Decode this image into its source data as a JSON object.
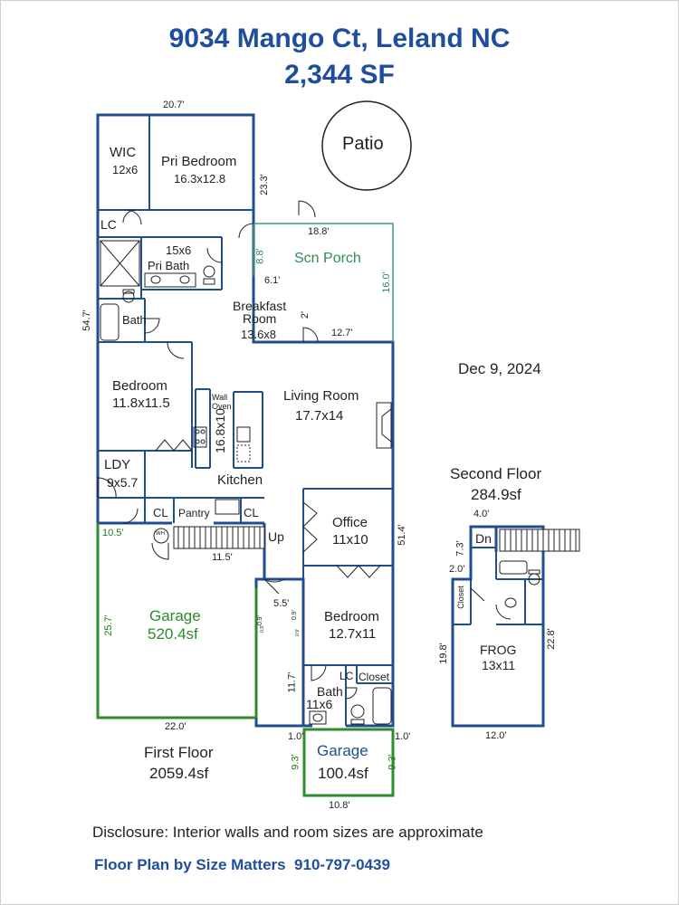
{
  "header": {
    "address": "9034 Mango Ct, Leland NC",
    "total_sf": "2,344 SF"
  },
  "date": "Dec 9, 2024",
  "first_floor": {
    "label": "First Floor",
    "area": "2059.4sf",
    "rooms": {
      "wic": {
        "name": "WIC",
        "size": "12x6"
      },
      "pri_bedroom": {
        "name": "Pri Bedroom",
        "size": "16.3x12.8"
      },
      "lc_top": "LC",
      "pri_bath": {
        "name": "Pri Bath",
        "size": "15x6"
      },
      "bath_left": "Bath",
      "breakfast": {
        "name": "Breakfast Room",
        "name_line1": "Breakfast",
        "name_line2": "Room",
        "size": "13.6x8"
      },
      "scn_porch": "Scn Porch",
      "patio": "Patio",
      "bedroom_left": {
        "name": "Bedroom",
        "size": "11.8x11.5"
      },
      "wall_oven": "Wall Oven",
      "wall_oven_line1": "Wall",
      "wall_oven_line2": "Oven",
      "living": {
        "name": "Living Room",
        "size": "17.7x14"
      },
      "ldy": {
        "name": "LDY",
        "size": "9x5.7"
      },
      "kitchen": {
        "name": "Kitchen",
        "size": "16.8x10"
      },
      "cl_left": "CL",
      "pantry": "Pantry",
      "cl_right": "CL",
      "wh": "WH",
      "up": "Up",
      "office": {
        "name": "Office",
        "size": "11x10"
      },
      "garage": {
        "name": "Garage",
        "area": "520.4sf"
      },
      "bedroom_right": {
        "name": "Bedroom",
        "size": "12.7x11"
      },
      "lc_bottom": "LC",
      "closet_bottom": "Closet",
      "bath_bottom": {
        "name": "Bath",
        "size": "11x6"
      },
      "garage_small": {
        "name": "Garage",
        "area": "100.4sf"
      }
    },
    "dimensions": {
      "top_width": "20.7'",
      "pri_bedroom_height": "23.3'",
      "porch_width": "18.8'",
      "porch_step": "8.8'",
      "porch_inner": "6.1'",
      "porch_height": "16.0'",
      "breakfast_step": "2'",
      "breakfast_width": "12.7'",
      "left_height": "54.7'",
      "right_height": "51.4'",
      "garage_top_left": "10.5'",
      "garage_top_right": "11.5'",
      "garage_height": "25.7'",
      "garage_width": "22.0'",
      "jog_width": "5.5'",
      "jog_a": "0.9'",
      "jog_b": "0.9'",
      "jog_c": "0.9'",
      "jog_d": "0.9'",
      "bath_height": "11.7'",
      "small_garage_left_top": "1.0'",
      "small_garage_right_top": "1.0'",
      "small_garage_height_left": "9.3'",
      "small_garage_height_right": "9.3'",
      "small_garage_width": "10.8'"
    }
  },
  "second_floor": {
    "label": "Second Floor",
    "area": "284.9sf",
    "rooms": {
      "dn": "Dn",
      "closet": "Closet",
      "frog": {
        "name": "FROG",
        "size": "13x11"
      }
    },
    "dimensions": {
      "top": "4.0'",
      "stair": "7.3'",
      "step": "2.0'",
      "left": "19.8'",
      "right": "22.8'",
      "bottom": "12.0'"
    }
  },
  "footer": {
    "disclosure": "Disclosure: Interior walls and room sizes are approximate",
    "credit": "Floor Plan by Size Matters  910-797-0439"
  },
  "colors": {
    "wall": "#1f4e8c",
    "garage_wall": "#2e8b2e",
    "porch_wall": "#3a9a78",
    "title": "#1f4e9c"
  }
}
